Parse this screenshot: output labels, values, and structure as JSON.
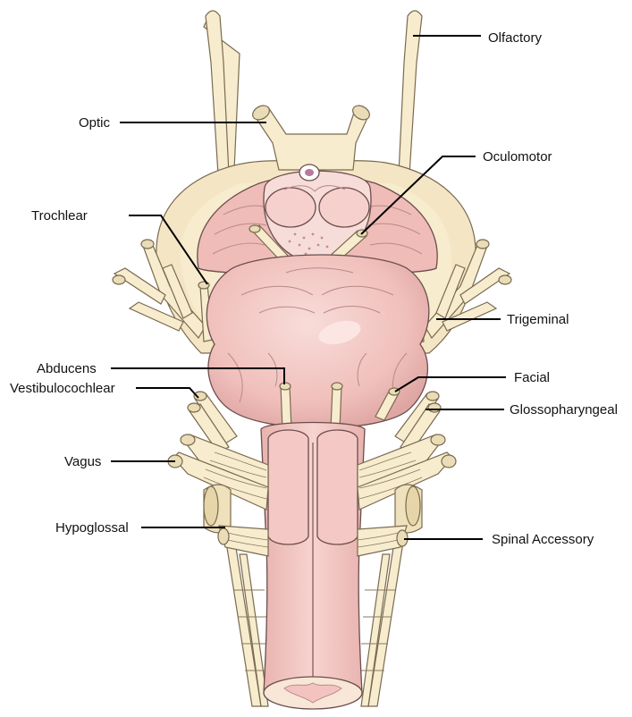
{
  "colors": {
    "nerve": "#f7ecce",
    "nerve_dark": "#ded0a8",
    "brain": "#f2c3c0",
    "brain_light": "#f7d6d3",
    "brain_dark": "#dba3a0"
  },
  "labels": {
    "olfactory": "Olfactory",
    "optic": "Optic",
    "oculomotor": "Oculomotor",
    "trochlear": "Trochlear",
    "trigeminal": "Trigeminal",
    "abducens": "Abducens",
    "facial": "Facial",
    "vestibulocochlear": "Vestibulocochlear",
    "glossopharyngeal": "Glossopharyngeal",
    "vagus": "Vagus",
    "hypoglossal": "Hypoglossal",
    "spinal_accessory": "Spinal Accessory"
  }
}
